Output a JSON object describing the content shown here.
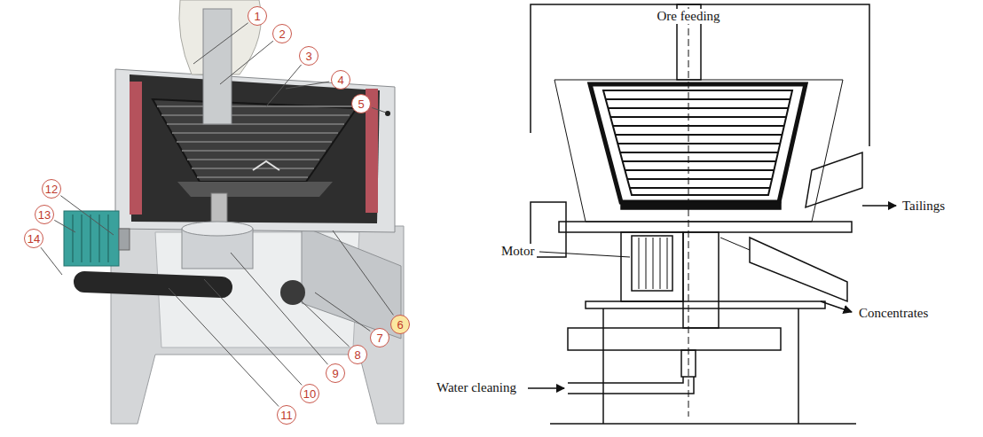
{
  "diagram": {
    "nodes": [
      {
        "text": [
          "1"
        ]
      },
      {
        "text": [
          "2"
        ]
      },
      {
        "text": [
          "3"
        ]
      },
      {
        "text": [
          "4"
        ]
      },
      {
        "text": [
          "5"
        ]
      },
      {
        "text": [
          "6"
        ]
      },
      {
        "text": [
          "7"
        ]
      },
      {
        "text": [
          "8"
        ]
      },
      {
        "text": [
          "9"
        ]
      },
      {
        "text": [
          "10"
        ]
      },
      {
        "text": [
          "11"
        ]
      },
      {
        "text": [
          "12"
        ]
      },
      {
        "text": [
          "13"
        ]
      },
      {
        "text": [
          "14"
        ]
      }
    ],
    "labels": [
      "Ore feeding",
      "Tailings",
      "Motor",
      "Concentrates",
      "Water cleaning"
    ]
  }
}
